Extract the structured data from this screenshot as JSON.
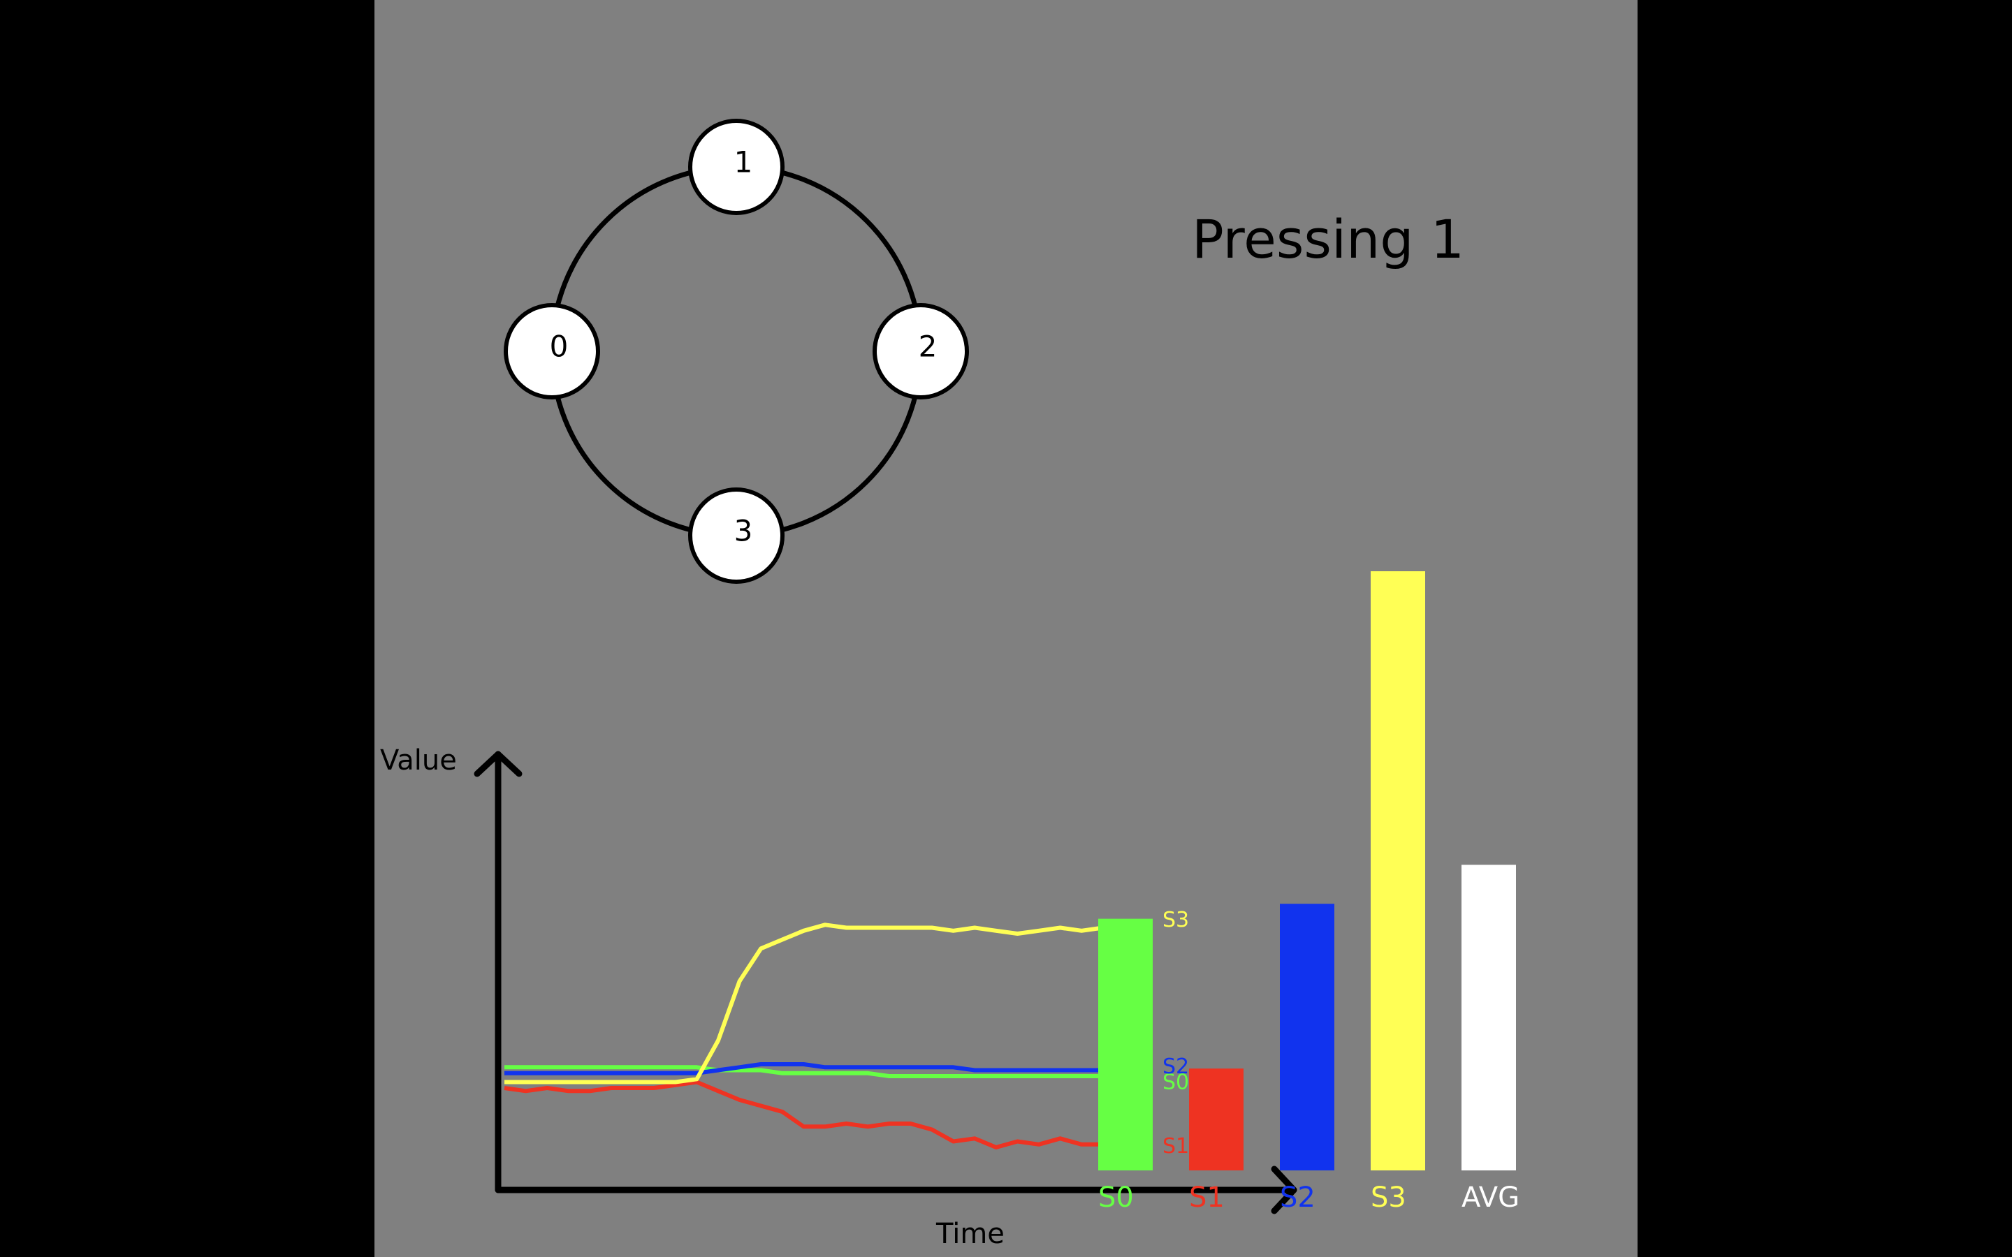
{
  "status": {
    "text": "Pressing 1"
  },
  "ring": {
    "nodes": [
      {
        "label": "0",
        "angle_deg": 180
      },
      {
        "label": "1",
        "angle_deg": 270
      },
      {
        "label": "2",
        "angle_deg": 0
      },
      {
        "label": "3",
        "angle_deg": 90
      }
    ],
    "ring_color": "#000000",
    "node_fill": "#ffffff"
  },
  "line_chart": {
    "xlabel": "Time",
    "ylabel": "Value",
    "series": [
      {
        "name": "S0",
        "color": "#66ff44",
        "values": [
          0.31,
          0.31,
          0.31,
          0.31,
          0.31,
          0.31,
          0.31,
          0.31,
          0.31,
          0.31,
          0.3,
          0.3,
          0.3,
          0.29,
          0.29,
          0.29,
          0.29,
          0.29,
          0.28,
          0.28,
          0.28,
          0.28,
          0.28,
          0.28,
          0.28,
          0.28,
          0.28,
          0.28,
          0.28,
          0.28,
          0.28
        ]
      },
      {
        "name": "S1",
        "color": "#ee3322",
        "values": [
          0.24,
          0.23,
          0.24,
          0.23,
          0.23,
          0.24,
          0.24,
          0.24,
          0.25,
          0.26,
          0.23,
          0.2,
          0.18,
          0.16,
          0.11,
          0.11,
          0.12,
          0.11,
          0.12,
          0.12,
          0.1,
          0.06,
          0.07,
          0.04,
          0.06,
          0.05,
          0.07,
          0.05,
          0.05,
          0.04,
          0.06
        ]
      },
      {
        "name": "S2",
        "color": "#1133ee",
        "values": [
          0.29,
          0.29,
          0.29,
          0.29,
          0.29,
          0.29,
          0.29,
          0.29,
          0.29,
          0.29,
          0.3,
          0.31,
          0.32,
          0.32,
          0.32,
          0.31,
          0.31,
          0.31,
          0.31,
          0.31,
          0.31,
          0.31,
          0.3,
          0.3,
          0.3,
          0.3,
          0.3,
          0.3,
          0.3,
          0.3,
          0.3
        ]
      },
      {
        "name": "S3",
        "color": "#ffff55",
        "values": [
          0.26,
          0.26,
          0.26,
          0.26,
          0.26,
          0.26,
          0.26,
          0.26,
          0.26,
          0.27,
          0.4,
          0.6,
          0.71,
          0.74,
          0.77,
          0.79,
          0.78,
          0.78,
          0.78,
          0.78,
          0.78,
          0.77,
          0.78,
          0.77,
          0.76,
          0.77,
          0.78,
          0.77,
          0.78,
          0.78,
          0.79
        ]
      }
    ]
  },
  "chart_data": {
    "type": "bar",
    "categories": [
      "S0",
      "S1",
      "S2",
      "S3",
      "AVG"
    ],
    "values": [
      0.42,
      0.17,
      0.445,
      1.0,
      0.51
    ],
    "colors": [
      "#66ff44",
      "#ee3322",
      "#1133ee",
      "#ffff55",
      "#ffffff"
    ],
    "ylim": [
      0,
      1
    ]
  }
}
